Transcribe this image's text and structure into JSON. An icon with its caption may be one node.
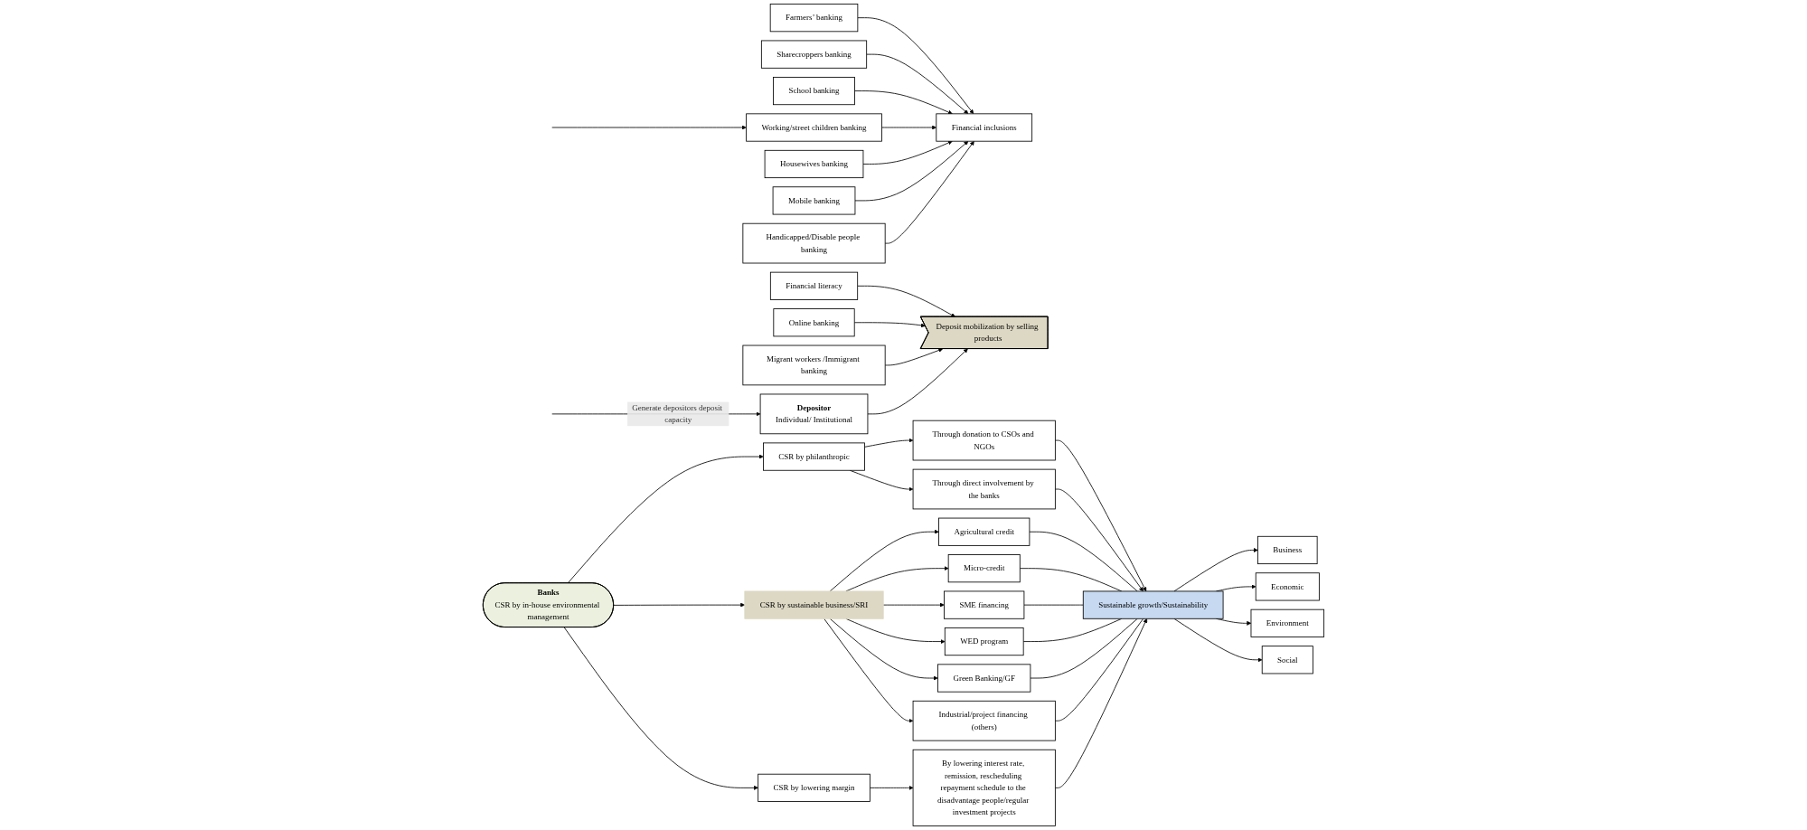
{
  "diagram": {
    "nodes": [
      {
        "text": [
          "Farmers’ banking"
        ]
      },
      {
        "text": [
          "Sharecroppers banking"
        ]
      },
      {
        "text": [
          "School banking"
        ]
      },
      {
        "text": [
          "Working/street children banking"
        ]
      },
      {
        "text": [
          "Housewives banking"
        ]
      },
      {
        "text": [
          "Mobile banking"
        ]
      },
      {
        "text": [
          "Handicapped/Disable people banking"
        ]
      },
      {
        "text": [
          "Financial inclusions"
        ]
      },
      {
        "text": [
          "Financial literacy"
        ]
      },
      {
        "text": [
          "Online banking"
        ]
      },
      {
        "text": [
          "Deposit mobilization by selling products"
        ]
      },
      {
        "text": [
          "Migrant workers /Immigrant banking"
        ]
      },
      {
        "text": [
          "Depositor",
          "Individual/ Institutional"
        ]
      },
      {
        "text": [
          "Banks",
          "CSR by in-house environmental management"
        ]
      },
      {
        "text": [
          "Through donation to CSOs and NGOs"
        ]
      },
      {
        "text": [
          "Through direct involvement by the banks"
        ]
      },
      {
        "text": [
          "CSR by philanthropic"
        ]
      },
      {
        "text": [
          "CSR by sustainable business/SRI"
        ]
      },
      {
        "text": [
          "CSR by lowering margin"
        ]
      },
      {
        "text": [
          "By lowering interest rate, remission, rescheduling repayment schedule to the disadvantage people/regular investment projects"
        ]
      },
      {
        "text": [
          "Agricultural credit"
        ]
      },
      {
        "text": [
          "Micro-credit"
        ]
      },
      {
        "text": [
          "SME financing"
        ]
      },
      {
        "text": [
          "WED program"
        ]
      },
      {
        "text": [
          "Green Banking/GF"
        ]
      },
      {
        "text": [
          "Industrial/project financing (others)"
        ]
      },
      {
        "text": [
          "Sustainable growth/Sustainability"
        ]
      },
      {
        "text": [
          "Business"
        ]
      },
      {
        "text": [
          "Economic"
        ]
      },
      {
        "text": [
          "Environment"
        ]
      },
      {
        "text": [
          "Social"
        ]
      }
    ],
    "edges": [
      {
        "from": 0,
        "to": 7,
        "arrow": "to"
      },
      {
        "from": 1,
        "to": 7,
        "arrow": "to"
      },
      {
        "from": 2,
        "to": 7,
        "arrow": "to"
      },
      {
        "from": 3,
        "to": 7,
        "arrow": "to"
      },
      {
        "from": 4,
        "to": 7,
        "arrow": "to"
      },
      {
        "from": 5,
        "to": 7,
        "arrow": "to"
      },
      {
        "from": 6,
        "to": 7,
        "arrow": "to"
      },
      {
        "from": 8,
        "to": 10,
        "arrow": "to"
      },
      {
        "from": 9,
        "to": 10,
        "arrow": "to"
      },
      {
        "from": 11,
        "to": 10,
        "arrow": "to"
      },
      {
        "from": 12,
        "to": 10,
        "arrow": "to"
      },
      {
        "from": 13,
        "to": 16,
        "arrow": "to"
      },
      {
        "from": 13,
        "to": 17,
        "arrow": "to"
      },
      {
        "from": 13,
        "to": 18,
        "arrow": "to"
      },
      {
        "from": 16,
        "to": 14,
        "arrow": "to"
      },
      {
        "from": 16,
        "to": 15,
        "arrow": "to"
      },
      {
        "from": 14,
        "to": 26,
        "arrow": "to"
      },
      {
        "from": 15,
        "to": 26,
        "arrow": "to"
      },
      {
        "from": 17,
        "to": 20,
        "arrow": "to"
      },
      {
        "from": 17,
        "to": 21,
        "arrow": "to"
      },
      {
        "from": 17,
        "to": 22,
        "arrow": "to"
      },
      {
        "from": 17,
        "to": 23,
        "arrow": "to"
      },
      {
        "from": 17,
        "to": 24,
        "arrow": "to"
      },
      {
        "from": 17,
        "to": 25,
        "arrow": "to"
      },
      {
        "from": 20,
        "to": 26,
        "arrow": "none"
      },
      {
        "from": 21,
        "to": 26,
        "arrow": "none"
      },
      {
        "from": 22,
        "to": 26,
        "arrow": "none"
      },
      {
        "from": 23,
        "to": 26,
        "arrow": "none"
      },
      {
        "from": 24,
        "to": 26,
        "arrow": "none"
      },
      {
        "from": 25,
        "to": 26,
        "arrow": "none"
      },
      {
        "from": 18,
        "to": 19,
        "arrow": "to"
      },
      {
        "from": 19,
        "to": 26,
        "arrow": "to"
      },
      {
        "from": 26,
        "to": 27,
        "arrow": "to"
      },
      {
        "from": 26,
        "to": 28,
        "arrow": "to"
      },
      {
        "from": 26,
        "to": 29,
        "arrow": "to"
      },
      {
        "from": 26,
        "to": 30,
        "arrow": "to"
      },
      {
        "from": null,
        "to": 12,
        "arrow": "to",
        "label": "Generate depositors deposit capacity"
      },
      {
        "from": null,
        "to": 3,
        "arrow": "to"
      }
    ]
  }
}
